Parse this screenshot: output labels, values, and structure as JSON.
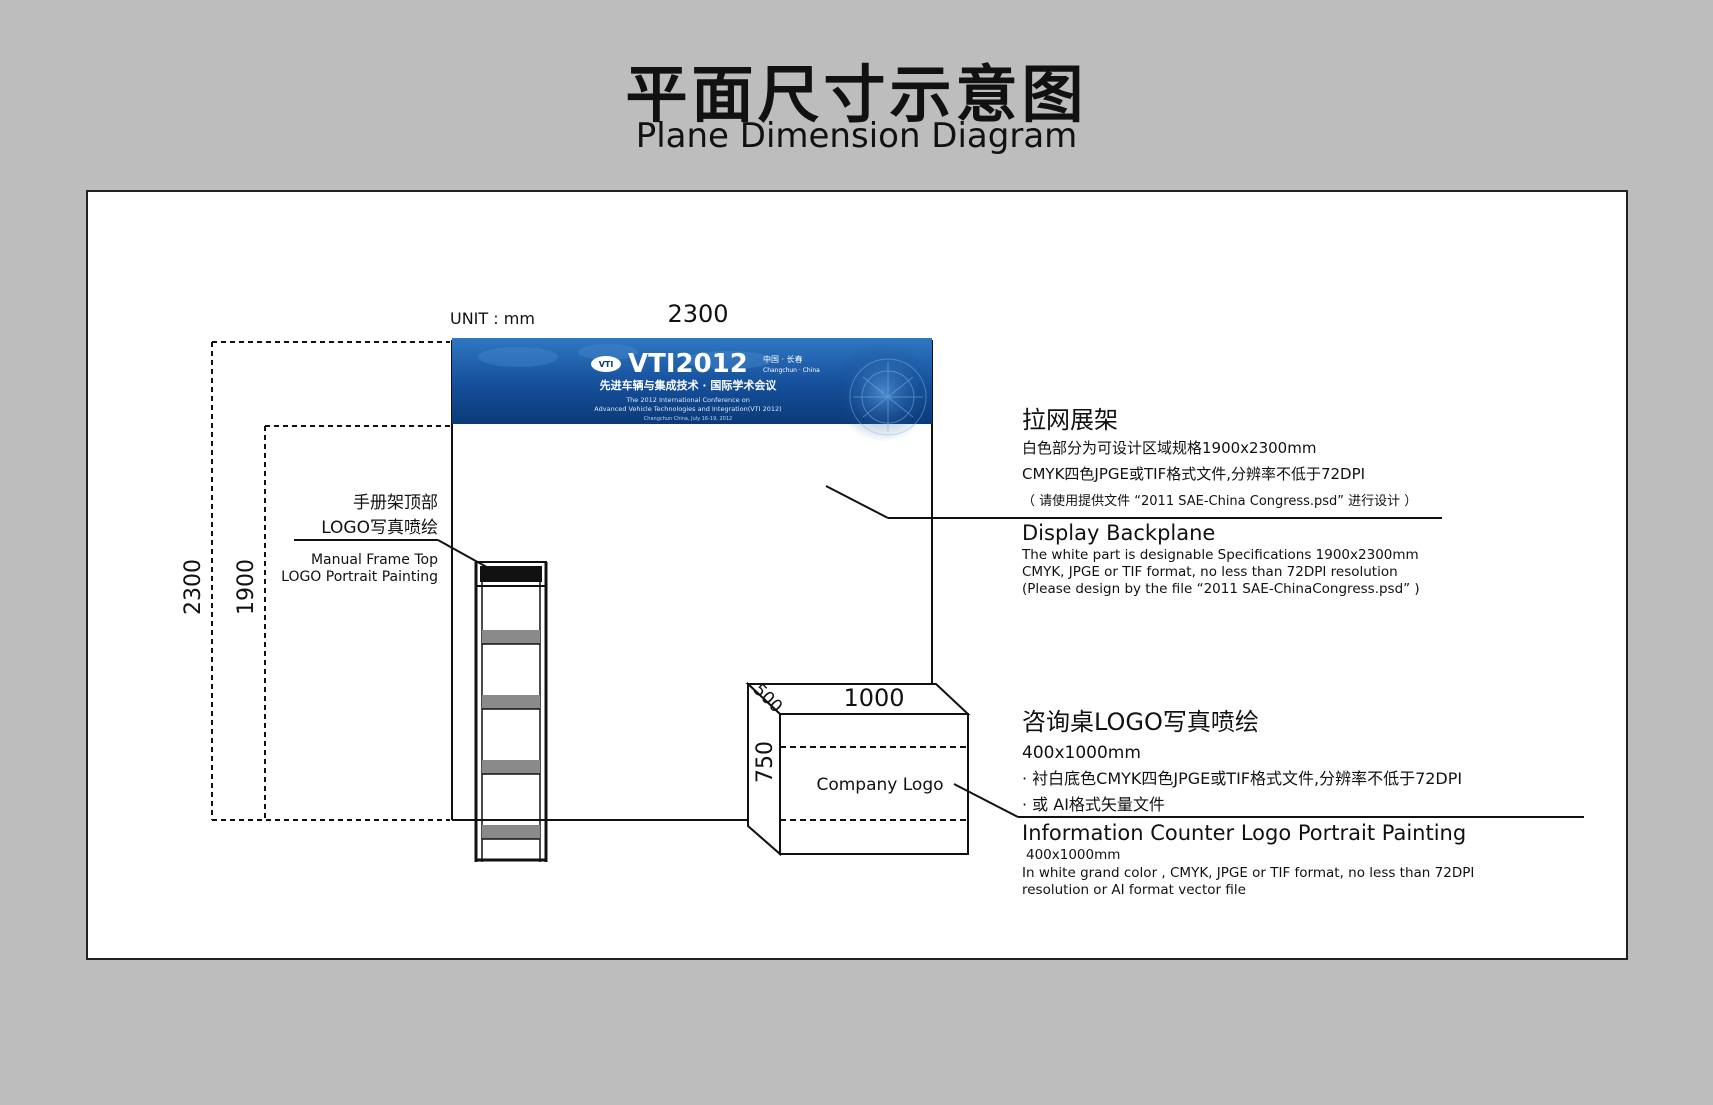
{
  "title": {
    "zh": "平面尺寸示意图",
    "en": "Plane Dimension Diagram"
  },
  "diagram": {
    "unit_label": "UNIT : mm",
    "width_label": "2300",
    "height_outer_label": "2300",
    "height_inner_label": "1900",
    "banner": {
      "logo_text": "VTI2012",
      "location_zh": "中国 · 长春",
      "location_en": "Changchun · China",
      "subtitle_zh": "先进车辆与集成技术 · 国际学术会议",
      "line1": "The 2012 International Conference on",
      "line2": "Advanced Vehicle Technologies and Integration(VTI 2012)",
      "line3": "Changchun China, July 16-19, 2012",
      "badge": "VTI"
    },
    "rack_callout": {
      "zh_line1": "手册架顶部",
      "zh_line2": "LOGO写真喷绘",
      "en_line1": "Manual Frame Top",
      "en_line2": "LOGO Portrait Painting"
    },
    "backplane_callout": {
      "zh_title": "拉网展架",
      "zh_line1": "白色部分为可设计区域规格1900x2300mm",
      "zh_line2": "CMYK四色JPGE或TIF格式文件,分辨率不低于72DPI",
      "zh_line3": "（ 请使用提供文件 “2011 SAE-China Congress.psd” 进行设计 ）",
      "en_title": "Display Backplane",
      "en_line1": "The white part is designable Specifications 1900x2300mm",
      "en_line2": "CMYK, JPGE or TIF format, no less than 72DPI resolution",
      "en_line3": "(Please design by the file “2011 SAE-ChinaCongress.psd” )"
    },
    "counter": {
      "depth_label": "500",
      "width_label": "1000",
      "height_label": "750",
      "logo_label": "Company Logo"
    },
    "counter_callout": {
      "zh_title": "咨询桌LOGO写真喷绘",
      "zh_size": "400x1000mm",
      "zh_line1": "· 衬白底色CMYK四色JPGE或TIF格式文件,分辨率不低于72DPI",
      "zh_line2": "· 或 AI格式矢量文件",
      "en_title": "Information Counter Logo Portrait Painting",
      "en_size": "400x1000mm",
      "en_line1": "In white grand color , CMYK, JPGE or TIF format, no less than 72DPI",
      "en_line2": "resolution or AI format vector file"
    }
  },
  "colors": {
    "page_bg": "#bdbdbd",
    "banner_dark": "#0b3a78",
    "banner_light": "#2f77c2",
    "shelf_gray": "#8a8a8a"
  }
}
